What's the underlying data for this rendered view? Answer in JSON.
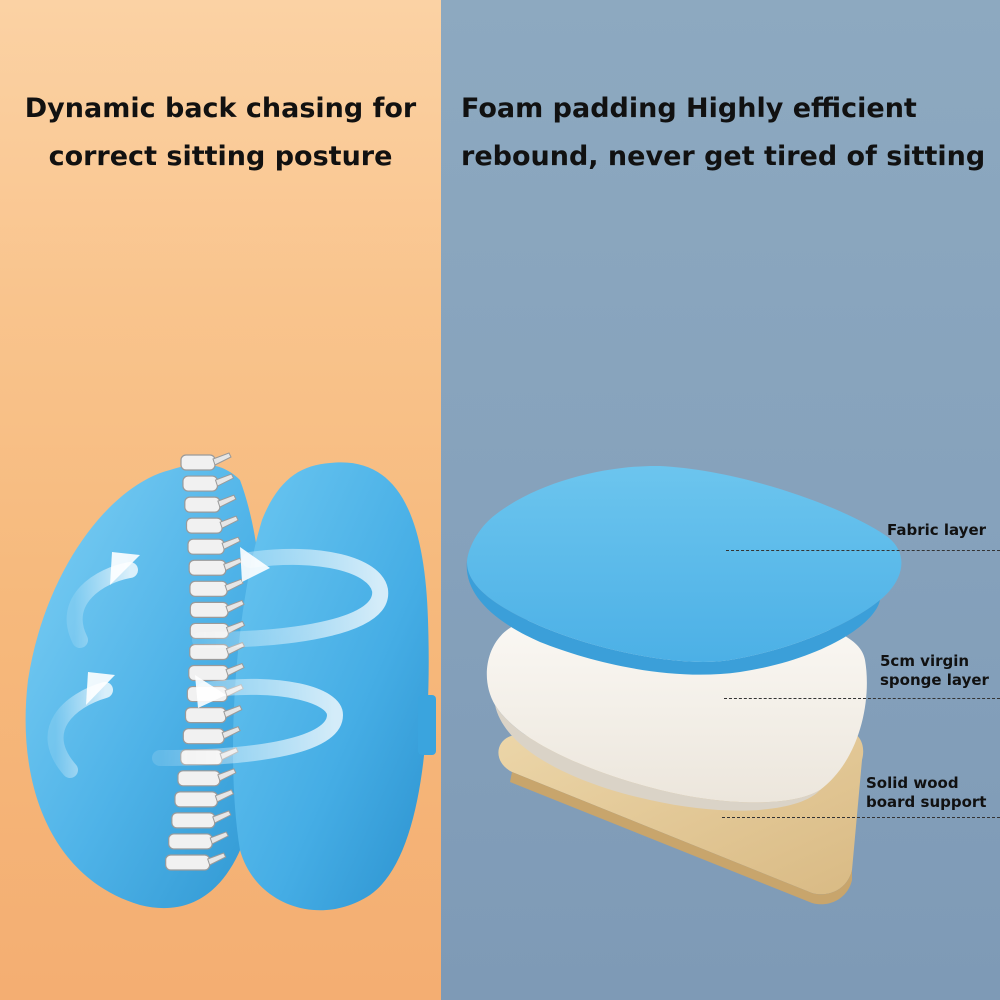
{
  "left_panel": {
    "heading": "Dynamic back chasing for\ncorrect sitting posture",
    "background": "#f8c48c"
  },
  "right_panel": {
    "heading": "Foam padding Highly efficient\nrebound, never get tired of sitting",
    "background": "#87a3bd"
  },
  "layers": [
    {
      "label": "Fabric layer",
      "color": "#4fb3e8"
    },
    {
      "label": "5cm virgin\nsponge layer",
      "color": "#f3efe9"
    },
    {
      "label": "Solid wood\nboard support",
      "color": "#e2c793"
    }
  ],
  "icons": [
    "spine-icon",
    "rotation-arrow-icon"
  ]
}
